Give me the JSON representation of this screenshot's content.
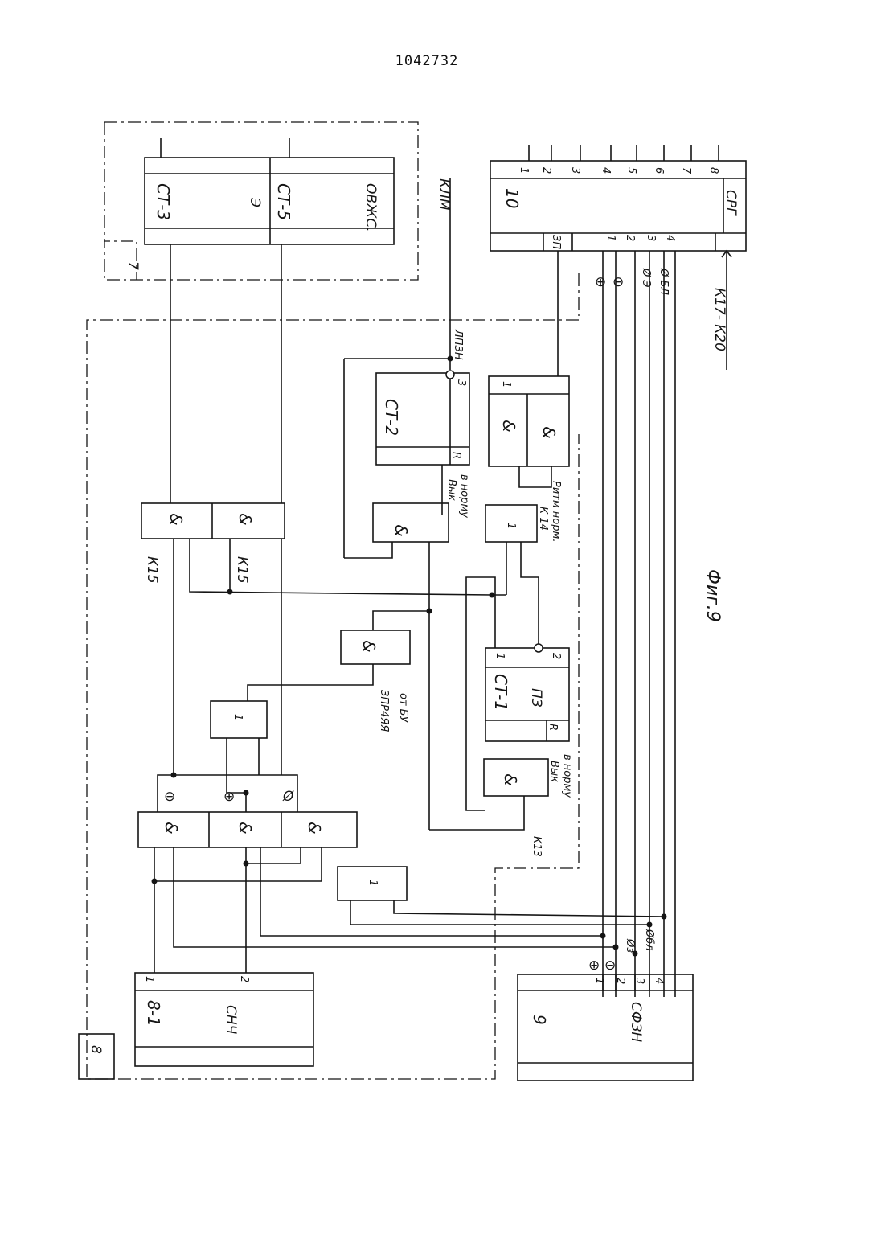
{
  "patent_number": "1042732",
  "figure_caption": "Фиг.9",
  "blocks": {
    "b7": {
      "number": "7",
      "left": "СТ-3",
      "mid": "Э",
      "right": "СТ-5",
      "tag": "ОВЖС."
    },
    "b10": {
      "number": "10",
      "tag": "СРГ",
      "zp": "ЗП",
      "outputs": [
        "1",
        "2",
        "3",
        "4",
        "5",
        "6",
        "7",
        "8"
      ],
      "inputs": [
        "1",
        "2",
        "3",
        "4"
      ]
    },
    "b8": {
      "number": "8",
      "left": "8-1",
      "tag": "СНЧ",
      "in1": "1",
      "in2": "2"
    },
    "b9": {
      "number": "9",
      "tag": "СФЗН",
      "pins": [
        "1",
        "2",
        "3",
        "4"
      ]
    },
    "ct2": {
      "name": "СТ-2",
      "in3": "3",
      "r": "R"
    },
    "ct1": {
      "name": "СТ-1",
      "pin1": "1",
      "pin2": "2",
      "sub": "ПЗ",
      "r": "R"
    }
  },
  "gates": {
    "and": "&",
    "or": "1"
  },
  "signals": {
    "klm": "КЛМ",
    "lpzn": "ЛПЗН",
    "k15a": "К15",
    "k15b": "К15",
    "vyk1": "Вык",
    "v_normu1": "в норму",
    "k14": "К 14",
    "ritm_norm": "Ритм норм.",
    "zpr": "ЗПР4ЯЯ",
    "ot_bu": "от БУ",
    "vyk2": "Вык",
    "v_normu2": "в норму",
    "k13": "К13",
    "k17k20": "К17- К20"
  },
  "bus": {
    "plus": "⊕",
    "minus": "⊖",
    "phi_e": "Ø Э",
    "phi_bl": "Ø БЛ",
    "phi_z": "Øз",
    "phi_bl2": "Øбл",
    "zero": "Ø"
  },
  "b10_in_labels": [
    "1",
    "2",
    "3",
    "4"
  ]
}
